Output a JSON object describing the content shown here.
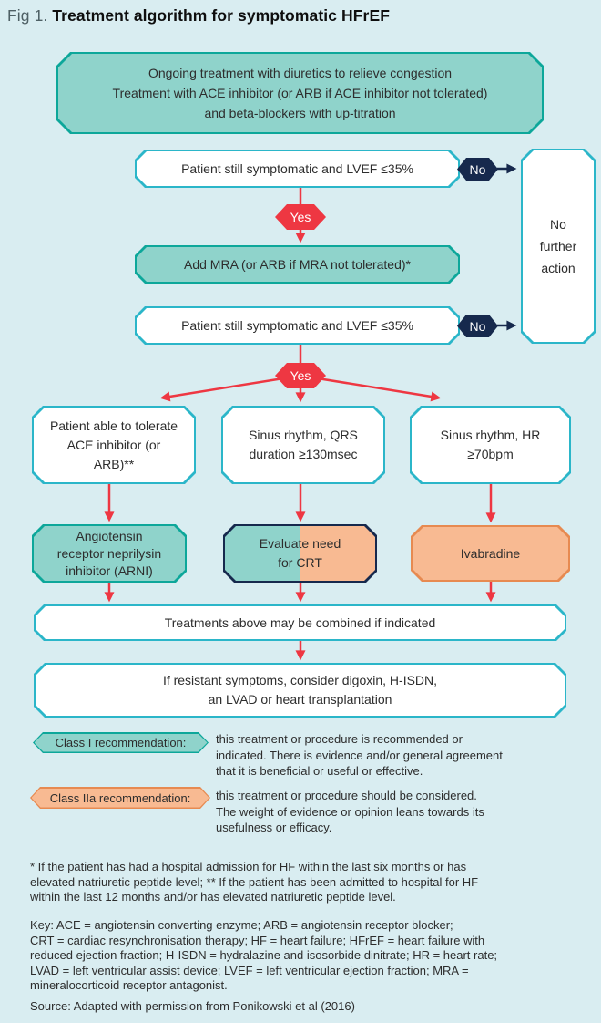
{
  "title": {
    "prefix": "Fig 1.",
    "main": "Treatment algorithm for symptomatic HFrEF"
  },
  "colors": {
    "background": "#d9edf1",
    "teal_fill": "#8fd3cb",
    "teal_border": "#0da79a",
    "cyan_border": "#2bb6c9",
    "orange_fill": "#f8ba92",
    "orange_border": "#e78a51",
    "navy": "#16294d",
    "red": "#ee3742"
  },
  "flow": {
    "intro": "Ongoing treatment with diuretics to relieve congestion\nTreatment with ACE inhibitor (or ARB if ACE inhibitor not tolerated)\nand beta-blockers with up-titration",
    "symptomatic1": "Patient still symptomatic and LVEF ≤35%",
    "no_further_action": "No\nfurther\naction",
    "add_mra": "Add MRA (or ARB if MRA not tolerated)*",
    "symptomatic2": "Patient still symptomatic and LVEF ≤35%",
    "branch_ace": "Patient able to tolerate\nACE inhibitor (or\nARB)**",
    "branch_qrs": "Sinus rhythm, QRS\nduration ≥130msec",
    "branch_hr": "Sinus rhythm, HR\n≥70bpm",
    "arni": "Angiotensin\nreceptor neprilysin\ninhibitor (ARNI)",
    "crt": "Evaluate need\nfor CRT",
    "ivabradine": "Ivabradine",
    "combine": "Treatments above may be combined if indicated",
    "resistant": "If resistant symptoms, consider digoxin, H-ISDN,\nan LVAD or heart transplantation"
  },
  "labels": {
    "yes": "Yes",
    "no": "No"
  },
  "legend": [
    {
      "badge": "Class I recommendation:",
      "text": "this treatment or procedure is recommended or\nindicated. There is evidence and/or general agreement\nthat it is beneficial or useful or effective."
    },
    {
      "badge": "Class IIa recommendation:",
      "text": "this treatment or procedure should be considered.\nThe weight of evidence or opinion leans towards its\nusefulness or efficacy."
    }
  ],
  "notes": {
    "asterisk": "* If the patient has had a hospital admission for HF within the last six months or has\nelevated natriuretic peptide level; ** If the patient has been admitted to hospital for HF\nwithin the last 12 months and/or has elevated natriuretic peptide level.",
    "key": "Key: ACE = angiotensin converting enzyme; ARB = angiotensin receptor blocker;\nCRT = cardiac resynchronisation therapy; HF = heart failure; HFrEF = heart failure with\nreduced ejection fraction; H-ISDN = hydralazine and isosorbide dinitrate; HR = heart rate;\nLVAD = left ventricular assist device; LVEF = left ventricular ejection fraction; MRA =\nmineralocorticoid receptor antagonist.",
    "source": "Source: Adapted with permission from Ponikowski et al (2016)"
  }
}
